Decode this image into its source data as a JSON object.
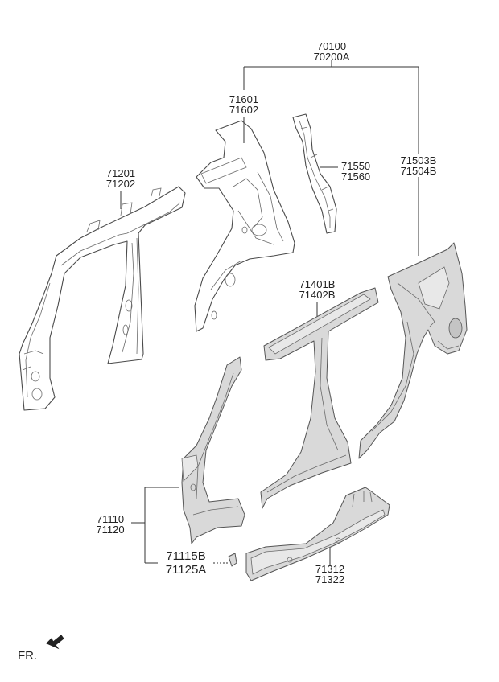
{
  "labels": {
    "assembly": [
      "70100",
      "70200A"
    ],
    "quarter_inner_upper": [
      "71601",
      "71602"
    ],
    "quarter_reinforcement": [
      "71550",
      "71560"
    ],
    "quarter_outer": [
      "71503B",
      "71504B"
    ],
    "side_inner": [
      "71201",
      "71202"
    ],
    "center_pillar_outer": [
      "71401B",
      "71402B"
    ],
    "front_pillar_outer": [
      "71110",
      "71120"
    ],
    "bracket": [
      "71115B",
      "71125A"
    ],
    "side_sill": [
      "71312",
      "71322"
    ]
  },
  "front_indicator": "FR."
}
